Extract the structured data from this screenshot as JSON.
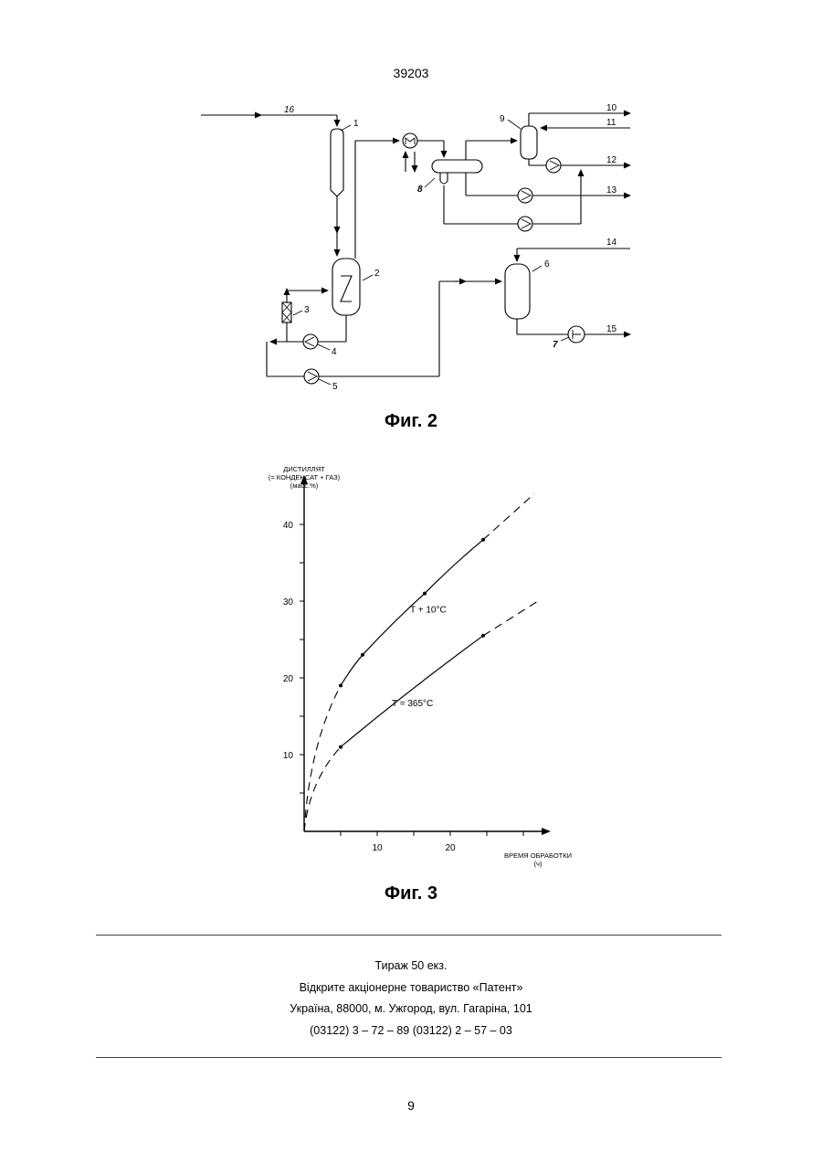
{
  "header": {
    "doc_number": "39203"
  },
  "figure2": {
    "caption": "Фиг. 2",
    "stream_labels": [
      "16",
      "10",
      "11",
      "12",
      "13",
      "14",
      "15"
    ],
    "unit_labels": [
      "1",
      "2",
      "3",
      "4",
      "5",
      "6",
      "7",
      "8",
      "9"
    ]
  },
  "figure3": {
    "caption": "Фиг. 3",
    "chart_data": {
      "type": "line",
      "ylabel_lines": [
        "ДИСТИЛЛЯТ",
        "(= КОНДЕНСАТ + ГАЗ)",
        "(масс.%)"
      ],
      "xlabel_lines": [
        "ВРЕМЯ ОБРАБОТКИ",
        "(ч)"
      ],
      "x_ticks": [
        10,
        20
      ],
      "y_ticks": [
        10,
        20,
        30,
        40
      ],
      "xlim": [
        0,
        32
      ],
      "ylim": [
        0,
        45
      ],
      "grid": false,
      "series": [
        {
          "name": "T + 10°C",
          "points": [
            [
              5,
              19
            ],
            [
              8,
              23
            ],
            [
              16.5,
              31
            ],
            [
              24.5,
              38
            ]
          ],
          "dashed_start": [
            [
              0,
              0
            ],
            [
              5,
              19
            ]
          ],
          "dashed_end": [
            [
              24.5,
              38
            ],
            [
              31.5,
              44
            ]
          ]
        },
        {
          "name": "T = 365°C",
          "points": [
            [
              5,
              11
            ],
            [
              24.5,
              25.5
            ]
          ],
          "dashed_start": [
            [
              0,
              0
            ],
            [
              5,
              11
            ]
          ],
          "dashed_end": [
            [
              24.5,
              25.5
            ],
            [
              32,
              30
            ]
          ]
        }
      ]
    }
  },
  "footer": {
    "line1": "Тираж 50 екз.",
    "line2": "Відкрите акціонерне товариство «Патент»",
    "line3": "Україна, 88000, м. Ужгород, вул. Гагаріна, 101",
    "line4": "(03122) 3 – 72 – 89   (03122) 2 – 57 – 03"
  },
  "page_number": "9"
}
